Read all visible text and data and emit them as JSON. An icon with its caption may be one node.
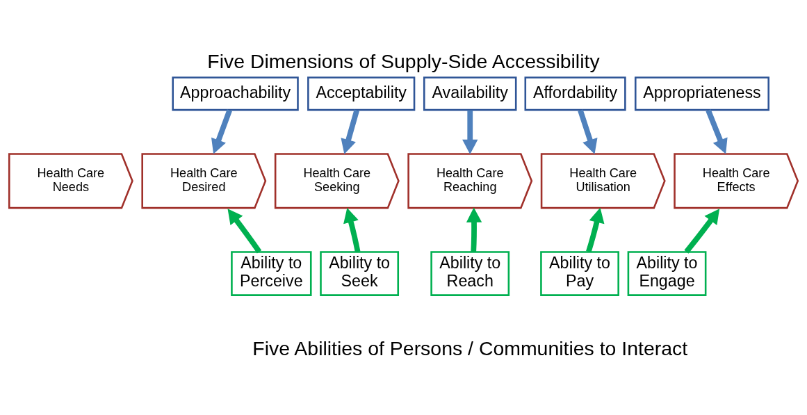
{
  "diagram": {
    "title": "Five Dimensions of Supply-Side Accessibility",
    "caption": "Five Abilities of Persons / Communities to Interact",
    "nodes": [
      {
        "text": [
          "Approachability"
        ]
      },
      {
        "text": [
          "Acceptability"
        ]
      },
      {
        "text": [
          "Availability"
        ]
      },
      {
        "text": [
          "Affordability"
        ]
      },
      {
        "text": [
          "Appropriateness"
        ]
      },
      {
        "text": [
          "Health Care Needs"
        ]
      },
      {
        "text": [
          "Health Care Desired"
        ]
      },
      {
        "text": [
          "Health Care Seeking"
        ]
      },
      {
        "text": [
          "Health Care Reaching"
        ]
      },
      {
        "text": [
          "Health Care Utilisation"
        ]
      },
      {
        "text": [
          "Health Care Effects"
        ]
      },
      {
        "text": [
          "Ability to Perceive"
        ]
      },
      {
        "text": [
          "Ability to Seek"
        ]
      },
      {
        "text": [
          "Ability to Reach"
        ]
      },
      {
        "text": [
          "Ability to Pay"
        ]
      },
      {
        "text": [
          "Ability to Engage"
        ]
      }
    ],
    "edges": [
      {
        "from": 0,
        "to": 6,
        "arrow": "to",
        "color": "#4f81bd"
      },
      {
        "from": 1,
        "to": 7,
        "arrow": "to",
        "color": "#4f81bd"
      },
      {
        "from": 2,
        "to": 8,
        "arrow": "to",
        "color": "#4f81bd"
      },
      {
        "from": 3,
        "to": 9,
        "arrow": "to",
        "color": "#4f81bd"
      },
      {
        "from": 4,
        "to": 10,
        "arrow": "to",
        "color": "#4f81bd"
      },
      {
        "from": 11,
        "to": 6,
        "arrow": "to",
        "color": "#00b050"
      },
      {
        "from": 12,
        "to": 7,
        "arrow": "to",
        "color": "#00b050"
      },
      {
        "from": 13,
        "to": 8,
        "arrow": "to",
        "color": "#00b050"
      },
      {
        "from": 14,
        "to": 9,
        "arrow": "to",
        "color": "#00b050"
      },
      {
        "from": 15,
        "to": 10,
        "arrow": "to",
        "color": "#00b050"
      }
    ]
  }
}
